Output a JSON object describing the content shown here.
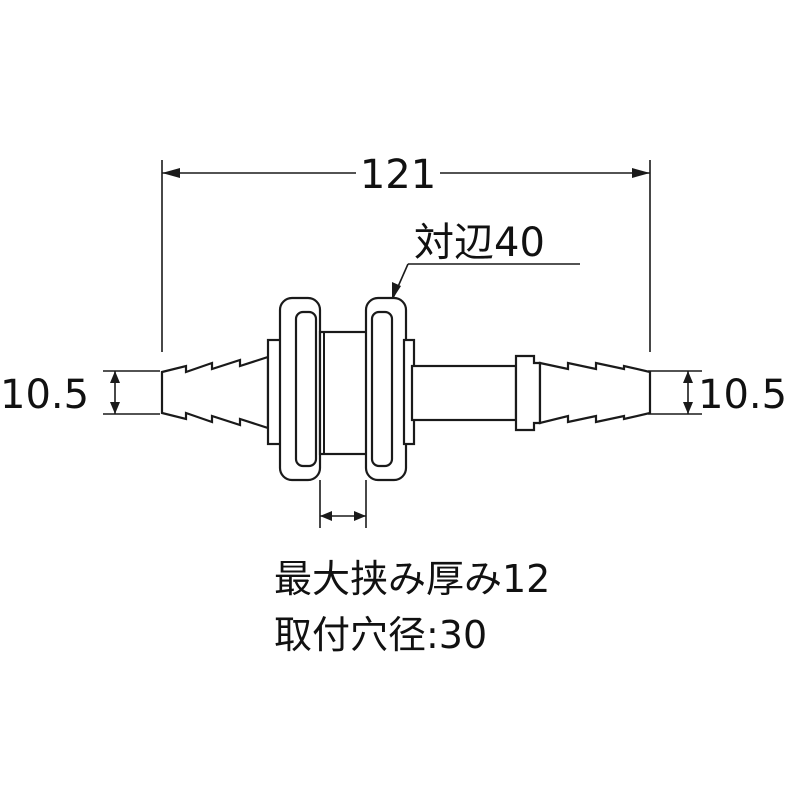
{
  "dimensions": {
    "overall_length": "121",
    "across_flats": "対辺40",
    "left_hose_size": "10.5",
    "right_hose_size": "10.5"
  },
  "notes": {
    "max_clamp_thickness": "最大挟み厚み12",
    "mounting_hole_diameter": "取付穴径:30"
  }
}
